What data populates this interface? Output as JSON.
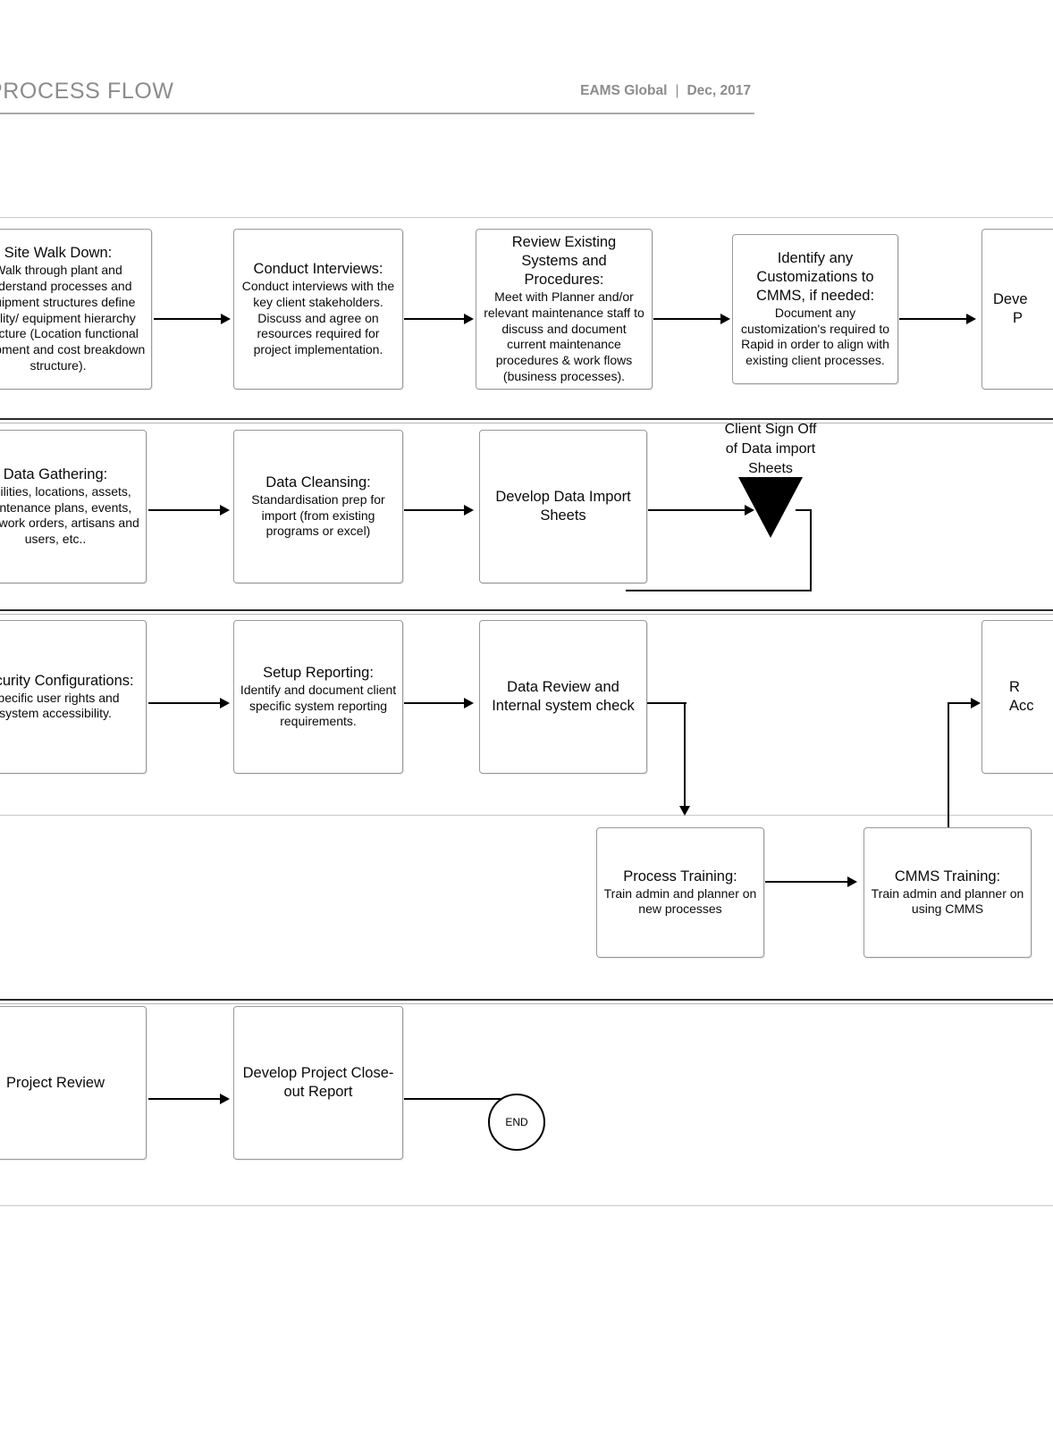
{
  "header": {
    "title": "PROCESS FLOW",
    "org": "EAMS Global",
    "separator": "|",
    "date": "Dec, 2017"
  },
  "lanes": [
    {
      "id": "lane-discovery",
      "nodes": [
        {
          "name": "node-site-walk-down",
          "title": "Site Walk Down:",
          "body": "Walk through plant and understand processes  and equipment structures define facility/ equipment hierarchy structure (Location functional equipment and cost breakdown structure)."
        },
        {
          "name": "node-conduct-interviews",
          "title": "Conduct Interviews:",
          "body": "Conduct  interviews with the key client stakeholders. Discuss and agree on resources required for project implementation."
        },
        {
          "name": "node-review-existing-systems",
          "title": "Review Existing Systems and Procedures:",
          "body": "Meet  with Planner and/or relevant maintenance staff to discuss and document current maintenance procedures & work flows (business processes)."
        },
        {
          "name": "node-identify-customizations",
          "title": "Identify any Customizations to CMMS, if needed:",
          "body": "Document any customization's required to Rapid in order to align with  existing client processes."
        },
        {
          "name": "node-develop-cutoff-right",
          "title": "Deve",
          "body": "P"
        }
      ]
    },
    {
      "id": "lane-data",
      "nodes": [
        {
          "name": "node-data-gathering",
          "title": "Data Gathering:",
          "body": "Facilities, locations, assets, maintenance plans, events, past work orders, artisans and users, etc.."
        },
        {
          "name": "node-data-cleansing",
          "title": "Data Cleansing:",
          "body": "Standardisation prep for import  (from existing programs or excel)"
        },
        {
          "name": "node-develop-data-import-sheets",
          "title": "Develop Data Import Sheets",
          "body": ""
        }
      ],
      "signoff": {
        "name": "client-sign-off-triangle",
        "label": "Client Sign Off\nof Data import\nSheets"
      }
    },
    {
      "id": "lane-configuration",
      "nodes": [
        {
          "name": "node-security-configurations",
          "title": "Security Configurations:",
          "body": "specific user rights and system accessibility."
        },
        {
          "name": "node-setup-reporting",
          "title": "Setup Reporting:",
          "body": "Identify and document client specific system reporting requirements."
        },
        {
          "name": "node-data-review-internal-check",
          "title": "Data Review and Internal system check",
          "body": ""
        },
        {
          "name": "node-acceptance-cutoff-right",
          "title": "R",
          "body": "Acc"
        }
      ]
    },
    {
      "id": "lane-training",
      "nodes": [
        {
          "name": "node-process-training",
          "title": "Process Training:",
          "body": "Train admin and planner on new processes"
        },
        {
          "name": "node-cmms-training",
          "title": "CMMS Training:",
          "body": "Train admin and planner on using CMMS"
        }
      ]
    },
    {
      "id": "lane-closeout",
      "nodes": [
        {
          "name": "node-project-review",
          "title": "Project Review",
          "body": ""
        },
        {
          "name": "node-develop-closeout-report",
          "title": "Develop Project Close-out Report",
          "body": ""
        }
      ],
      "terminator": {
        "name": "end-terminator",
        "label": "END"
      }
    }
  ],
  "colors": {
    "header_text": "#8c8c8c",
    "node_border": "#9a9a9a",
    "connector": "#000000",
    "lane_rule_dark": "#2b2b2b",
    "lane_rule_light": "#c9c9c9",
    "page_background": "#ffffff"
  }
}
